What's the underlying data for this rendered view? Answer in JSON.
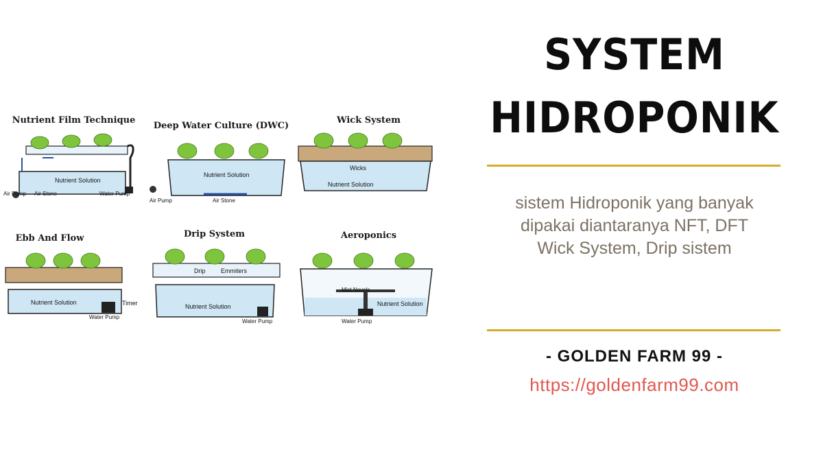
{
  "diagrams": {
    "nft": {
      "title": "Nutrient Film Technique",
      "solution": "Nutrient Solution",
      "air_pump": "Air Pump",
      "air_stone": "Air Stone",
      "water_pump": "Water Pump"
    },
    "dwc": {
      "title": "Deep Water Culture (DWC)",
      "solution": "Nutrient Solution",
      "air_pump": "Air Pump",
      "air_stone": "Air Stone"
    },
    "wick": {
      "title": "Wick System",
      "wicks": "Wicks",
      "solution": "Nutrient Solution"
    },
    "ebb": {
      "title": "Ebb And Flow",
      "solution": "Nutrient Solution",
      "timer": "Timer",
      "water_pump": "Water Pump"
    },
    "drip": {
      "title": "Drip System",
      "drip": "Drip",
      "emitters": "Emmiters",
      "solution": "Nutrient Solution",
      "water_pump": "Water Pump"
    },
    "aero": {
      "title": "Aeroponics",
      "mist": "Mist Novels",
      "solution": "Nutrient Solution",
      "water_pump": "Water Pump"
    }
  },
  "heading": {
    "line1": "SYSTEM",
    "line2": "HIDROPONIK"
  },
  "description": [
    "sistem Hidroponik yang banyak",
    "dipakai diantaranya NFT, DFT",
    "Wick System, Drip sistem"
  ],
  "brand": "- GOLDEN FARM 99 -",
  "url": "https://goldenfarm99.com",
  "colors": {
    "rule": "#d8a92a",
    "desc": "#7c7164",
    "url": "#e0574f",
    "water": "#cfe6f5",
    "plant": "#7fc43d"
  }
}
